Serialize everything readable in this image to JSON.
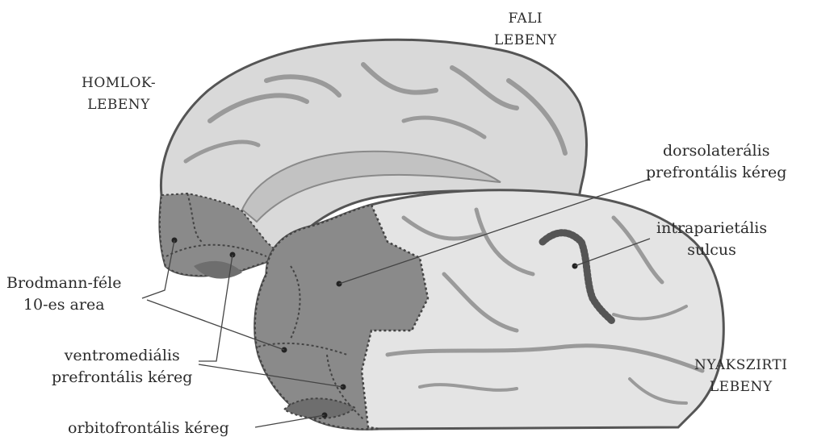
{
  "labels": {
    "parietal": {
      "line1": "FALI",
      "line2": "LEBENY"
    },
    "frontal": {
      "line1": "HOMLOK-",
      "line2": "LEBENY"
    },
    "dlpfc": {
      "line1": "dorsolaterális",
      "line2": "prefrontális kéreg"
    },
    "ips": {
      "line1": "intraparietális",
      "line2": "sulcus"
    },
    "ba10": {
      "line1": "Brodmann-féle",
      "line2": "10-es area"
    },
    "vmpfc": {
      "line1": "ventromediális",
      "line2": "prefrontális kéreg"
    },
    "occipital": {
      "line1": "NYAKSZIRTI",
      "line2": "LEBENY"
    },
    "ofc": {
      "line1": "orbitofrontális kéreg"
    }
  },
  "colors": {
    "cortex_light": "#e4e4e4",
    "cortex_back": "#d9d9d9",
    "sulcus": "#9a9a9a",
    "region_dark": "#8a8a8a",
    "region_darker": "#6e6e6e",
    "outline": "#555555",
    "leader": "#444444"
  }
}
